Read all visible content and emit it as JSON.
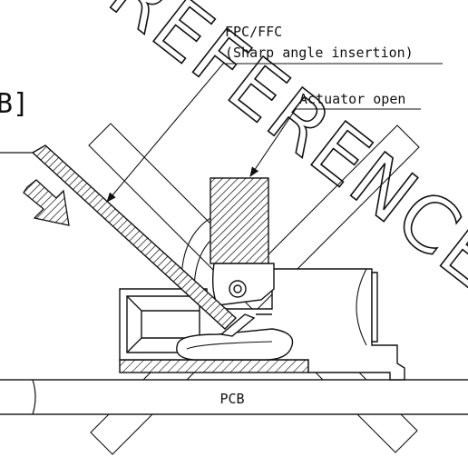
{
  "labels": {
    "fpc_line1": "FPC/FFC",
    "fpc_line2": "(Sharp angle insertion)",
    "actuator": "Actuator open",
    "pcb": "PCB",
    "fig_ref": "B]"
  },
  "watermark": {
    "text": "REFERENCE"
  },
  "colors": {
    "line": "#111111",
    "background": "#ffffff"
  },
  "icons": {
    "insertion_arrow": "hatched-arrow-icon",
    "fpc_pointer": "leader-arrow-icon",
    "actuator_pointer": "leader-arrow-icon"
  }
}
